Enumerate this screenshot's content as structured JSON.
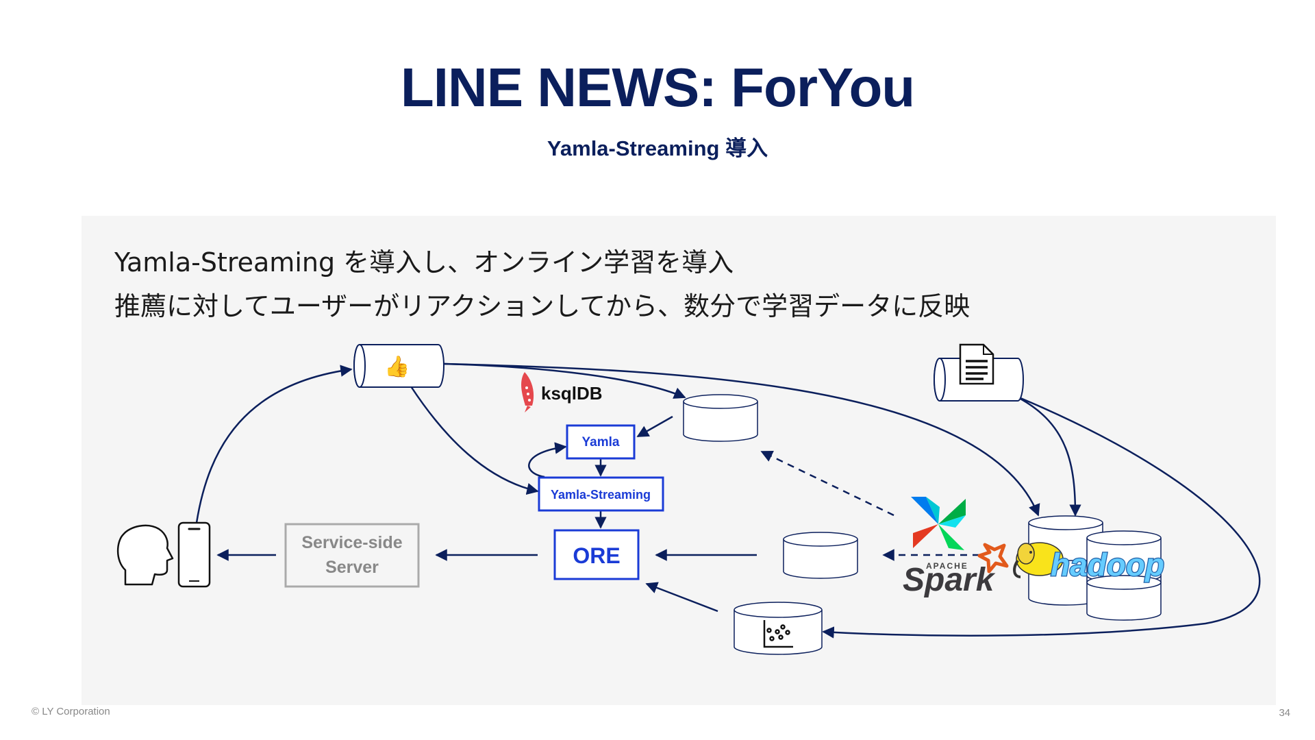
{
  "slide": {
    "title": "LINE NEWS: ForYou",
    "subtitle": "Yamla-Streaming 導入",
    "copyright": "© LY Corporation",
    "page_number": "34"
  },
  "intro": {
    "line1": "Yamla-Streaming を導入し、オンライン学習を導入",
    "line2": "推薦に対してユーザーがリアクションしてから、数分で学習データに反映"
  },
  "diagram": {
    "yamla": "Yamla",
    "yamla_streaming": "Yamla-Streaming",
    "ore": "ORE",
    "service_line1": "Service-side",
    "service_line2": "Server",
    "ksqldb": "ksqlDB",
    "spark_brand": "Spark",
    "spark_apache": "APACHE",
    "hadoop_brand": "hadoop",
    "like_emoji": "👍",
    "icons": [
      "thumbs-up-icon",
      "document-icon",
      "scatter-chart-icon",
      "person-head-icon",
      "smartphone-icon",
      "rocket-icon",
      "airflow-pinwheel-icon",
      "spark-star-icon",
      "hadoop-elephant-icon"
    ],
    "colors": {
      "navy": "#0b1f5c",
      "box_blue": "#1a3bd6",
      "gray_box": "#aaaaaa",
      "hadoop_blue": "#2f8ed8",
      "hadoop_yellow": "#f9e31b",
      "spark_orange": "#e25a1c",
      "rocket_red": "#e5484d"
    }
  }
}
